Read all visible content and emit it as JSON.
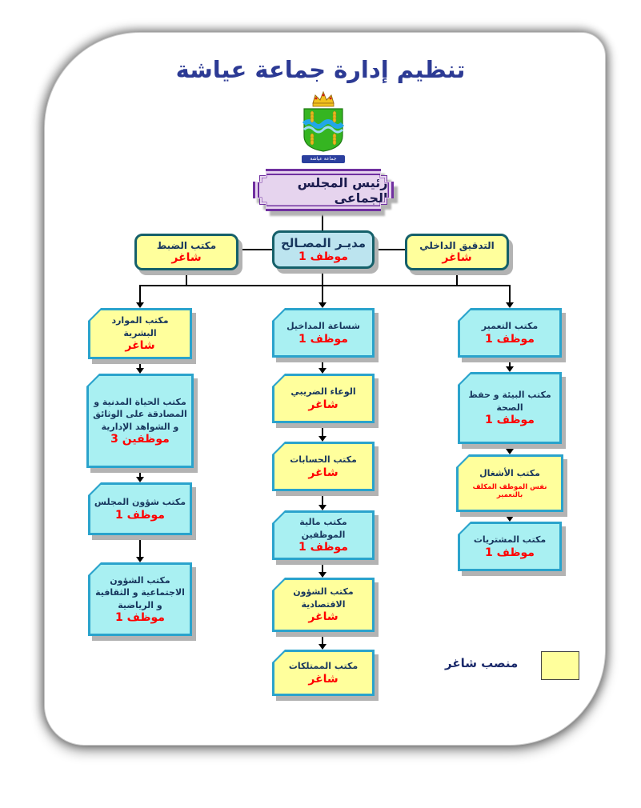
{
  "header": {
    "title": "تنظيم إدارة جماعة عياشة",
    "emblem_icon": "commune-coat-of-arms",
    "emblem_caption": "جماعة عياشة"
  },
  "org": {
    "root": {
      "label": "رئيس المجلس الجماعى"
    },
    "director": {
      "label": "مديـر المصـالح",
      "staff": "موظف 1",
      "vacant": false
    },
    "registry": {
      "label": "مكتب الضبط",
      "staff": "شاغر",
      "vacant": true
    },
    "audit": {
      "label": "التدقيق الداخلي",
      "staff": "شاغر",
      "vacant": true
    },
    "columns": {
      "left": [
        {
          "label": "مكتب الموارد البشرية",
          "staff": "شاغر",
          "vacant": true
        },
        {
          "label": "مكتب الحياة المدنية و المصادقة على الوثائق و الشواهد الإدارية",
          "staff": "موظفين 3",
          "vacant": false
        },
        {
          "label": "مكتب شؤون المجلس",
          "staff": "موظف 1",
          "vacant": false
        },
        {
          "label": "مكتب الشؤون الاجتماعية و الثقافية و الرياضية",
          "staff": "موظف 1",
          "vacant": false
        }
      ],
      "middle": [
        {
          "label": "شساعة المداخيل",
          "staff": "موظف 1",
          "vacant": false
        },
        {
          "label": "الوعاء الضريبي",
          "staff": "شاغر",
          "vacant": true
        },
        {
          "label": "مكتب الحسابات",
          "staff": "شاغر",
          "vacant": true
        },
        {
          "label": "مكتب مالية الموظفين",
          "staff": "موظف 1",
          "vacant": false
        },
        {
          "label": "مكتب الشؤون الاقتصادية",
          "staff": "شاغر",
          "vacant": true
        },
        {
          "label": "مكتب الممتلكات",
          "staff": "شاغر",
          "vacant": true
        }
      ],
      "right": [
        {
          "label": "مكتب التعمير",
          "staff": "موظف 1",
          "vacant": false
        },
        {
          "label": "مكتب البيئة و حفظ الصحة",
          "staff": "موظف 1",
          "vacant": false
        },
        {
          "label": "مكتب الأشغال",
          "staff": "نفس الموظف المكلف بالتعمير",
          "vacant": true
        },
        {
          "label": "مكتب المشتريات",
          "staff": "موظف 1",
          "vacant": false
        }
      ]
    }
  },
  "legend": {
    "label": "منصب شاغر"
  },
  "colors": {
    "navy": "#17365d",
    "red": "#ff0000",
    "title_blue": "#2c3a94",
    "vacant_fill": "#ffff9c",
    "staffed_fill": "#a9f0f2",
    "director_fill": "#bce4ef",
    "node_border": "#2aa3cc",
    "teal_border": "#15606a",
    "purple": "#7030a0",
    "lavender": "#e6d4ee",
    "shadow": "#b3b3b3",
    "line": "#000000"
  }
}
